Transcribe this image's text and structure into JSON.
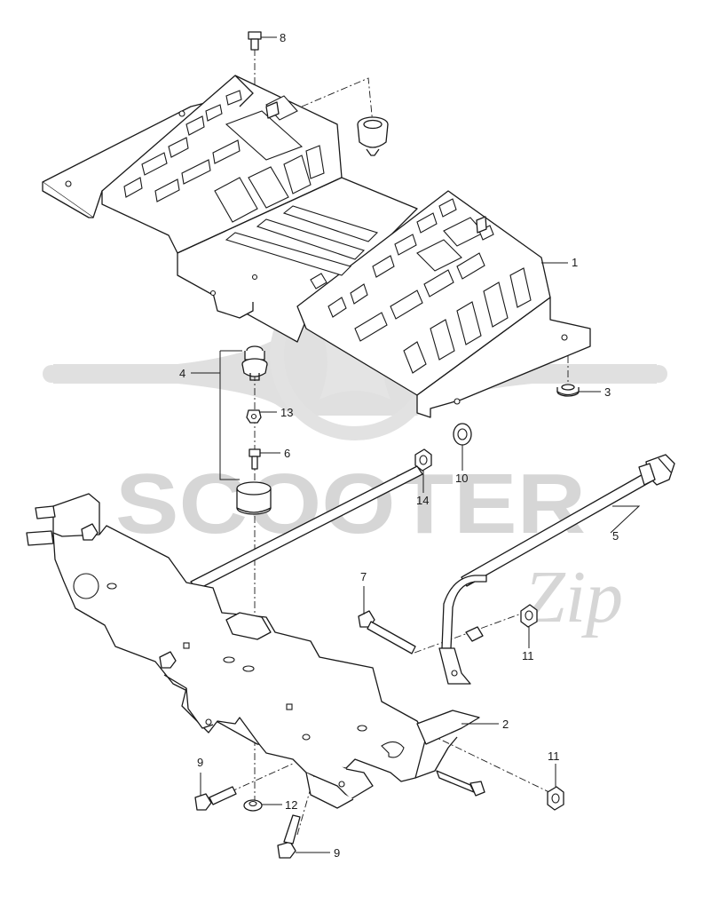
{
  "diagram": {
    "type": "exploded-parts-diagram",
    "parts": [
      {
        "id": "1",
        "label": "1",
        "item": "upper floor plate"
      },
      {
        "id": "2",
        "label": "2",
        "item": "lower frame bracket"
      },
      {
        "id": "3",
        "label": "3",
        "item": "rubber grommet"
      },
      {
        "id": "4",
        "label": "4",
        "item": "rubber mount set"
      },
      {
        "id": "5",
        "label": "5",
        "item": "long through bolt"
      },
      {
        "id": "6",
        "label": "6",
        "item": "collar bolt"
      },
      {
        "id": "7",
        "label": "7",
        "item": "bolt"
      },
      {
        "id": "8",
        "label": "8",
        "item": "bolt"
      },
      {
        "id": "9a",
        "label": "9",
        "item": "flange bolt"
      },
      {
        "id": "9b",
        "label": "9",
        "item": "flange bolt"
      },
      {
        "id": "10",
        "label": "10",
        "item": "washer"
      },
      {
        "id": "11a",
        "label": "11",
        "item": "nut"
      },
      {
        "id": "11b",
        "label": "11",
        "item": "nut"
      },
      {
        "id": "12",
        "label": "12",
        "item": "nut"
      },
      {
        "id": "13",
        "label": "13",
        "item": "nut"
      },
      {
        "id": "14",
        "label": "14",
        "item": "nut"
      }
    ]
  },
  "watermark": {
    "main_text": "SCOOTER",
    "script_text": "Zip",
    "color": "#d6d6d6"
  },
  "colors": {
    "line": "#1a1a1a",
    "background": "#ffffff"
  }
}
